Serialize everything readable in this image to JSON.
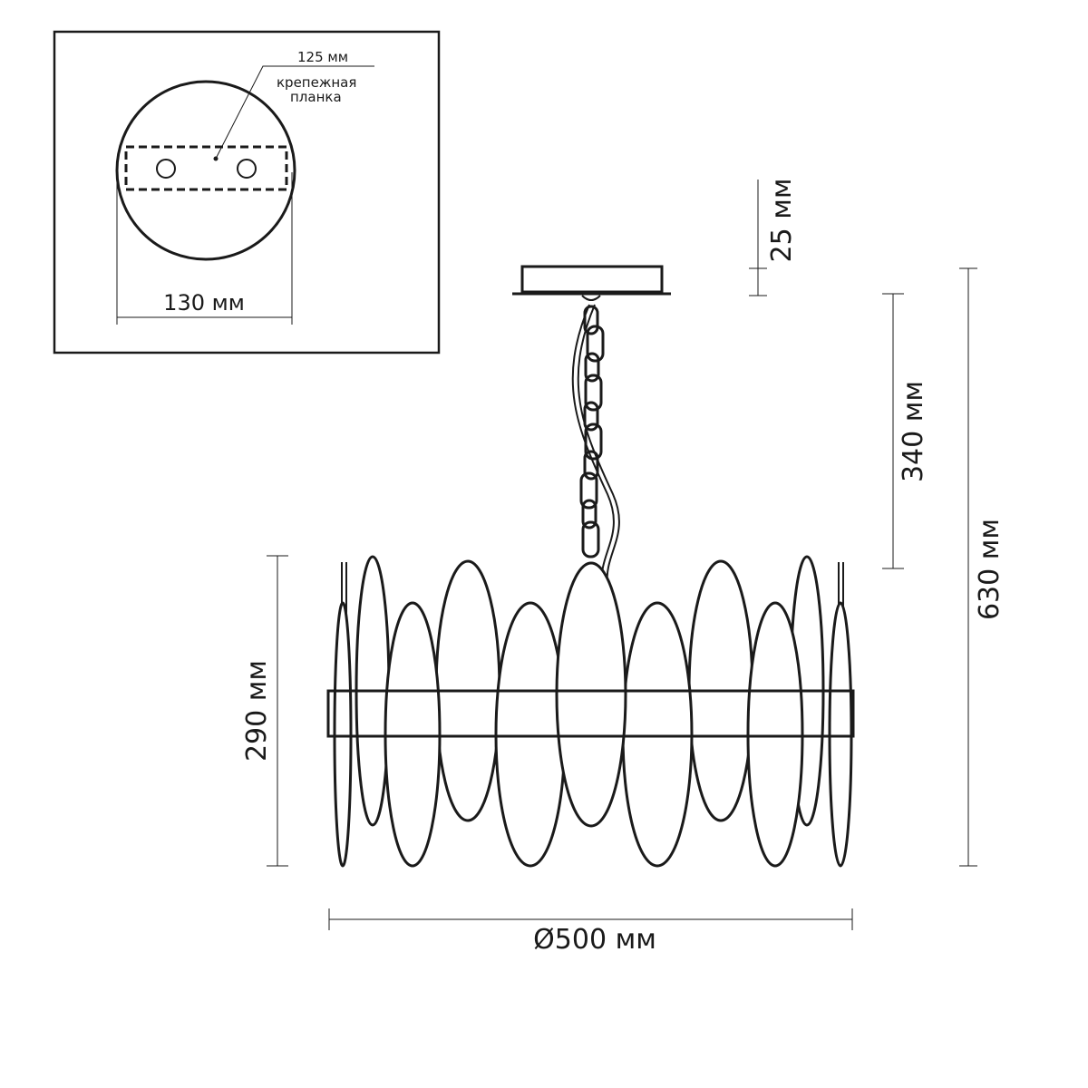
{
  "inset": {
    "plate_label": "125 мм",
    "bracket_label_line1": "крепежная",
    "bracket_label_line2": "планка",
    "width_label": "130 мм"
  },
  "dimensions": {
    "canopy_height": "25 мм",
    "chain_length": "340 мм",
    "total_height": "630 мм",
    "body_height": "290 мм",
    "diameter": "Ø500 мм"
  }
}
